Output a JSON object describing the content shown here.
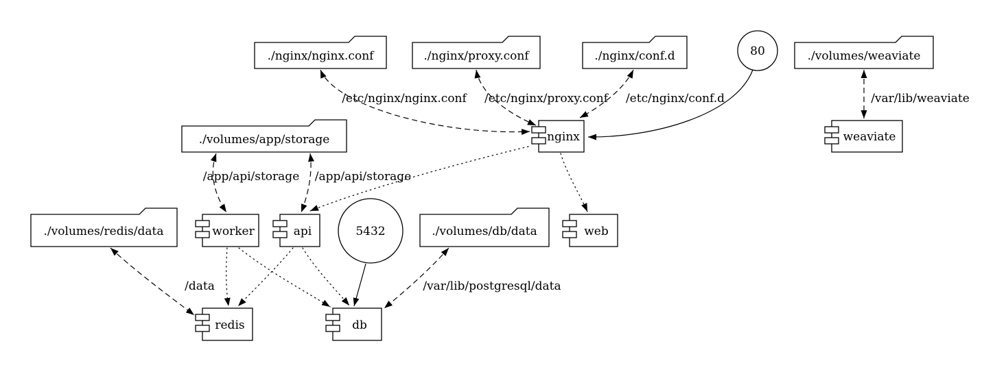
{
  "colors": {
    "background": "#ffffff",
    "stroke": "#000000",
    "node_fill": "#ffffff",
    "text": "#000000"
  },
  "nodes": {
    "nginx_conf": {
      "label": "./nginx/nginx.conf",
      "shape": "folder"
    },
    "proxy_conf": {
      "label": "./nginx/proxy.conf",
      "shape": "folder"
    },
    "conf_d": {
      "label": "./nginx/conf.d",
      "shape": "folder"
    },
    "port_80": {
      "label": "80",
      "shape": "circle"
    },
    "volumes_weaviate": {
      "label": "./volumes/weaviate",
      "shape": "folder"
    },
    "volumes_app_storage": {
      "label": "./volumes/app/storage",
      "shape": "folder"
    },
    "nginx": {
      "label": "nginx",
      "shape": "component"
    },
    "weaviate": {
      "label": "weaviate",
      "shape": "component"
    },
    "volumes_redis_data": {
      "label": "./volumes/redis/data",
      "shape": "folder"
    },
    "worker": {
      "label": "worker",
      "shape": "component"
    },
    "api": {
      "label": "api",
      "shape": "component"
    },
    "port_5432": {
      "label": "5432",
      "shape": "circle"
    },
    "volumes_db_data": {
      "label": "./volumes/db/data",
      "shape": "folder"
    },
    "web": {
      "label": "web",
      "shape": "component"
    },
    "redis": {
      "label": "redis",
      "shape": "component"
    },
    "db": {
      "label": "db",
      "shape": "component"
    }
  },
  "edges": {
    "nginx_conf_mount": {
      "from": "nginx_conf",
      "to": "nginx",
      "label": "/etc/nginx/nginx.conf",
      "style": "dashed",
      "direction": "both"
    },
    "proxy_conf_mount": {
      "from": "proxy_conf",
      "to": "nginx",
      "label": "/etc/nginx/proxy.conf",
      "style": "dashed",
      "direction": "both"
    },
    "conf_d_mount": {
      "from": "conf_d",
      "to": "nginx",
      "label": "/etc/nginx/conf.d",
      "style": "dashed",
      "direction": "both"
    },
    "port_80_nginx": {
      "from": "port_80",
      "to": "nginx",
      "style": "solid",
      "direction": "forward"
    },
    "weaviate_mount": {
      "from": "volumes_weaviate",
      "to": "weaviate",
      "label": "/var/lib/weaviate",
      "style": "dashed",
      "direction": "both"
    },
    "storage_worker_mount": {
      "from": "volumes_app_storage",
      "to": "worker",
      "label": "/app/api/storage",
      "style": "dashed",
      "direction": "both"
    },
    "storage_api_mount": {
      "from": "volumes_app_storage",
      "to": "api",
      "label": "/app/api/storage",
      "style": "dashed",
      "direction": "both"
    },
    "nginx_api": {
      "from": "nginx",
      "to": "api",
      "style": "dotted",
      "direction": "forward"
    },
    "nginx_web": {
      "from": "nginx",
      "to": "web",
      "style": "dotted",
      "direction": "forward"
    },
    "worker_redis": {
      "from": "worker",
      "to": "redis",
      "style": "dotted",
      "direction": "forward"
    },
    "worker_db": {
      "from": "worker",
      "to": "db",
      "style": "dotted",
      "direction": "forward"
    },
    "api_redis": {
      "from": "api",
      "to": "redis",
      "style": "dotted",
      "direction": "forward"
    },
    "api_db": {
      "from": "api",
      "to": "db",
      "style": "dotted",
      "direction": "forward"
    },
    "port_5432_db": {
      "from": "port_5432",
      "to": "db",
      "style": "solid",
      "direction": "forward"
    },
    "redis_data_mount": {
      "from": "volumes_redis_data",
      "to": "redis",
      "label": "/data",
      "style": "dashed",
      "direction": "both"
    },
    "db_data_mount": {
      "from": "volumes_db_data",
      "to": "db",
      "label": "/var/lib/postgresql/data",
      "style": "dashed",
      "direction": "both"
    }
  }
}
